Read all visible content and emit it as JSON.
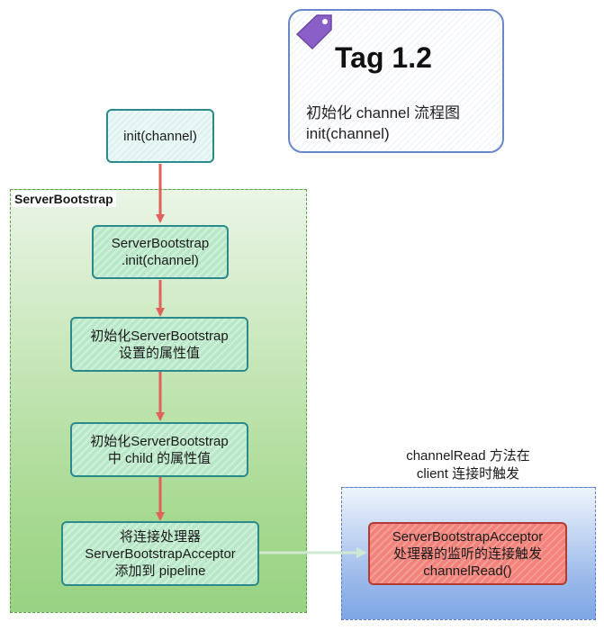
{
  "tag_card": {
    "title": "Tag 1.2",
    "subtitle_lines": "初始化 channel 流程图\ninit(channel)",
    "icon": "tag-icon"
  },
  "groups": {
    "server_bootstrap_label": "ServerBootstrap",
    "client_caption": "channelRead 方法在\nclient 连接时触发"
  },
  "nodes": {
    "init_channel": "init(channel)",
    "serverbootstrap_init": "ServerBootstrap\n.init(channel)",
    "init_attrs": "初始化ServerBootstrap\n设置的属性值",
    "init_child_attrs": "初始化ServerBootstrap\n中 child 的属性值",
    "add_acceptor": "将连接处理器\nServerBootstrapAcceptor\n添加到 pipeline",
    "acceptor_read": "ServerBootstrapAcceptor\n处理器的监听的连接触发\nchannelRead()"
  },
  "colors": {
    "flow_arrow": "#e0625a",
    "link_arrow": "#cfe8d2",
    "node_border": "#2a8a8c",
    "tag_accent": "#8a5fc7"
  }
}
